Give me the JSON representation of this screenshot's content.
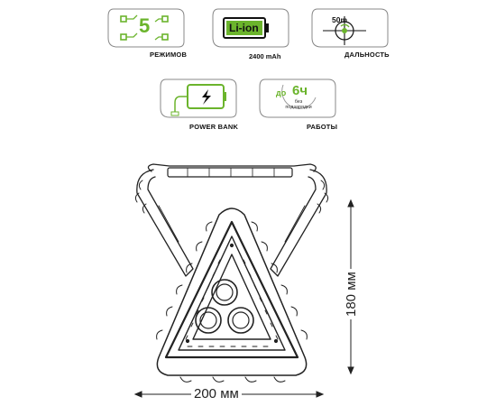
{
  "features": {
    "modes": {
      "count": "5",
      "label": "РЕЖИМОВ",
      "icon": "modes-diagram-icon"
    },
    "battery": {
      "type": "Li-ion",
      "capacity": "2400 mAh",
      "icon": "battery-icon"
    },
    "range": {
      "value": "50m",
      "label": "ДАЛЬНОСТЬ",
      "icon": "crosshair-icon"
    },
    "powerbank": {
      "label": "POWER BANK",
      "icon": "power-bank-icon"
    },
    "runtime": {
      "prefix": "до",
      "value": "6ч",
      "note_line1": "без",
      "note_line2": "подзарядки",
      "label": "РАБОТЫ",
      "icon": "runtime-icon"
    }
  },
  "dimensions": {
    "width": "200 мм",
    "height": "180 мм"
  },
  "colors": {
    "accent": "#6bb42c",
    "line": "#222222"
  }
}
